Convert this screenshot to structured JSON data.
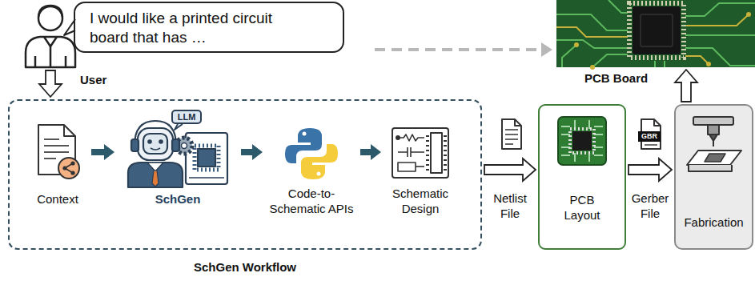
{
  "diagram": {
    "nodes": [
      {
        "text": [
          "User"
        ]
      },
      {
        "text": [
          "I would like a printed circuit board that has …"
        ]
      },
      {
        "text": [
          "SchGen Workflow"
        ]
      },
      {
        "text": [
          "Context"
        ],
        "in": 2
      },
      {
        "text": [
          "SchGen"
        ],
        "in": 2
      },
      {
        "text": [
          "Code-to-Schematic APIs"
        ],
        "in": 2
      },
      {
        "text": [
          "Schematic Design"
        ],
        "in": 2
      },
      {
        "text": [
          "PCB Layout"
        ]
      },
      {
        "text": [
          "Fabrication"
        ]
      },
      {
        "text": [
          "PCB Board"
        ]
      }
    ],
    "edges": [
      {
        "from": 0,
        "to": 2,
        "arrow": "to"
      },
      {
        "from": 1,
        "to": 9,
        "arrow": "to"
      },
      {
        "from": 3,
        "to": 4,
        "arrow": "to"
      },
      {
        "from": 4,
        "to": 5,
        "arrow": "to"
      },
      {
        "from": 5,
        "to": 6,
        "arrow": "to"
      },
      {
        "from": 2,
        "to": 7,
        "label": "Netlist File",
        "arrow": "to"
      },
      {
        "from": 7,
        "to": 8,
        "label": "Gerber File",
        "arrow": "to"
      },
      {
        "from": 8,
        "to": 9,
        "arrow": "to"
      }
    ],
    "labels": [
      "LLM",
      "GBR"
    ]
  }
}
